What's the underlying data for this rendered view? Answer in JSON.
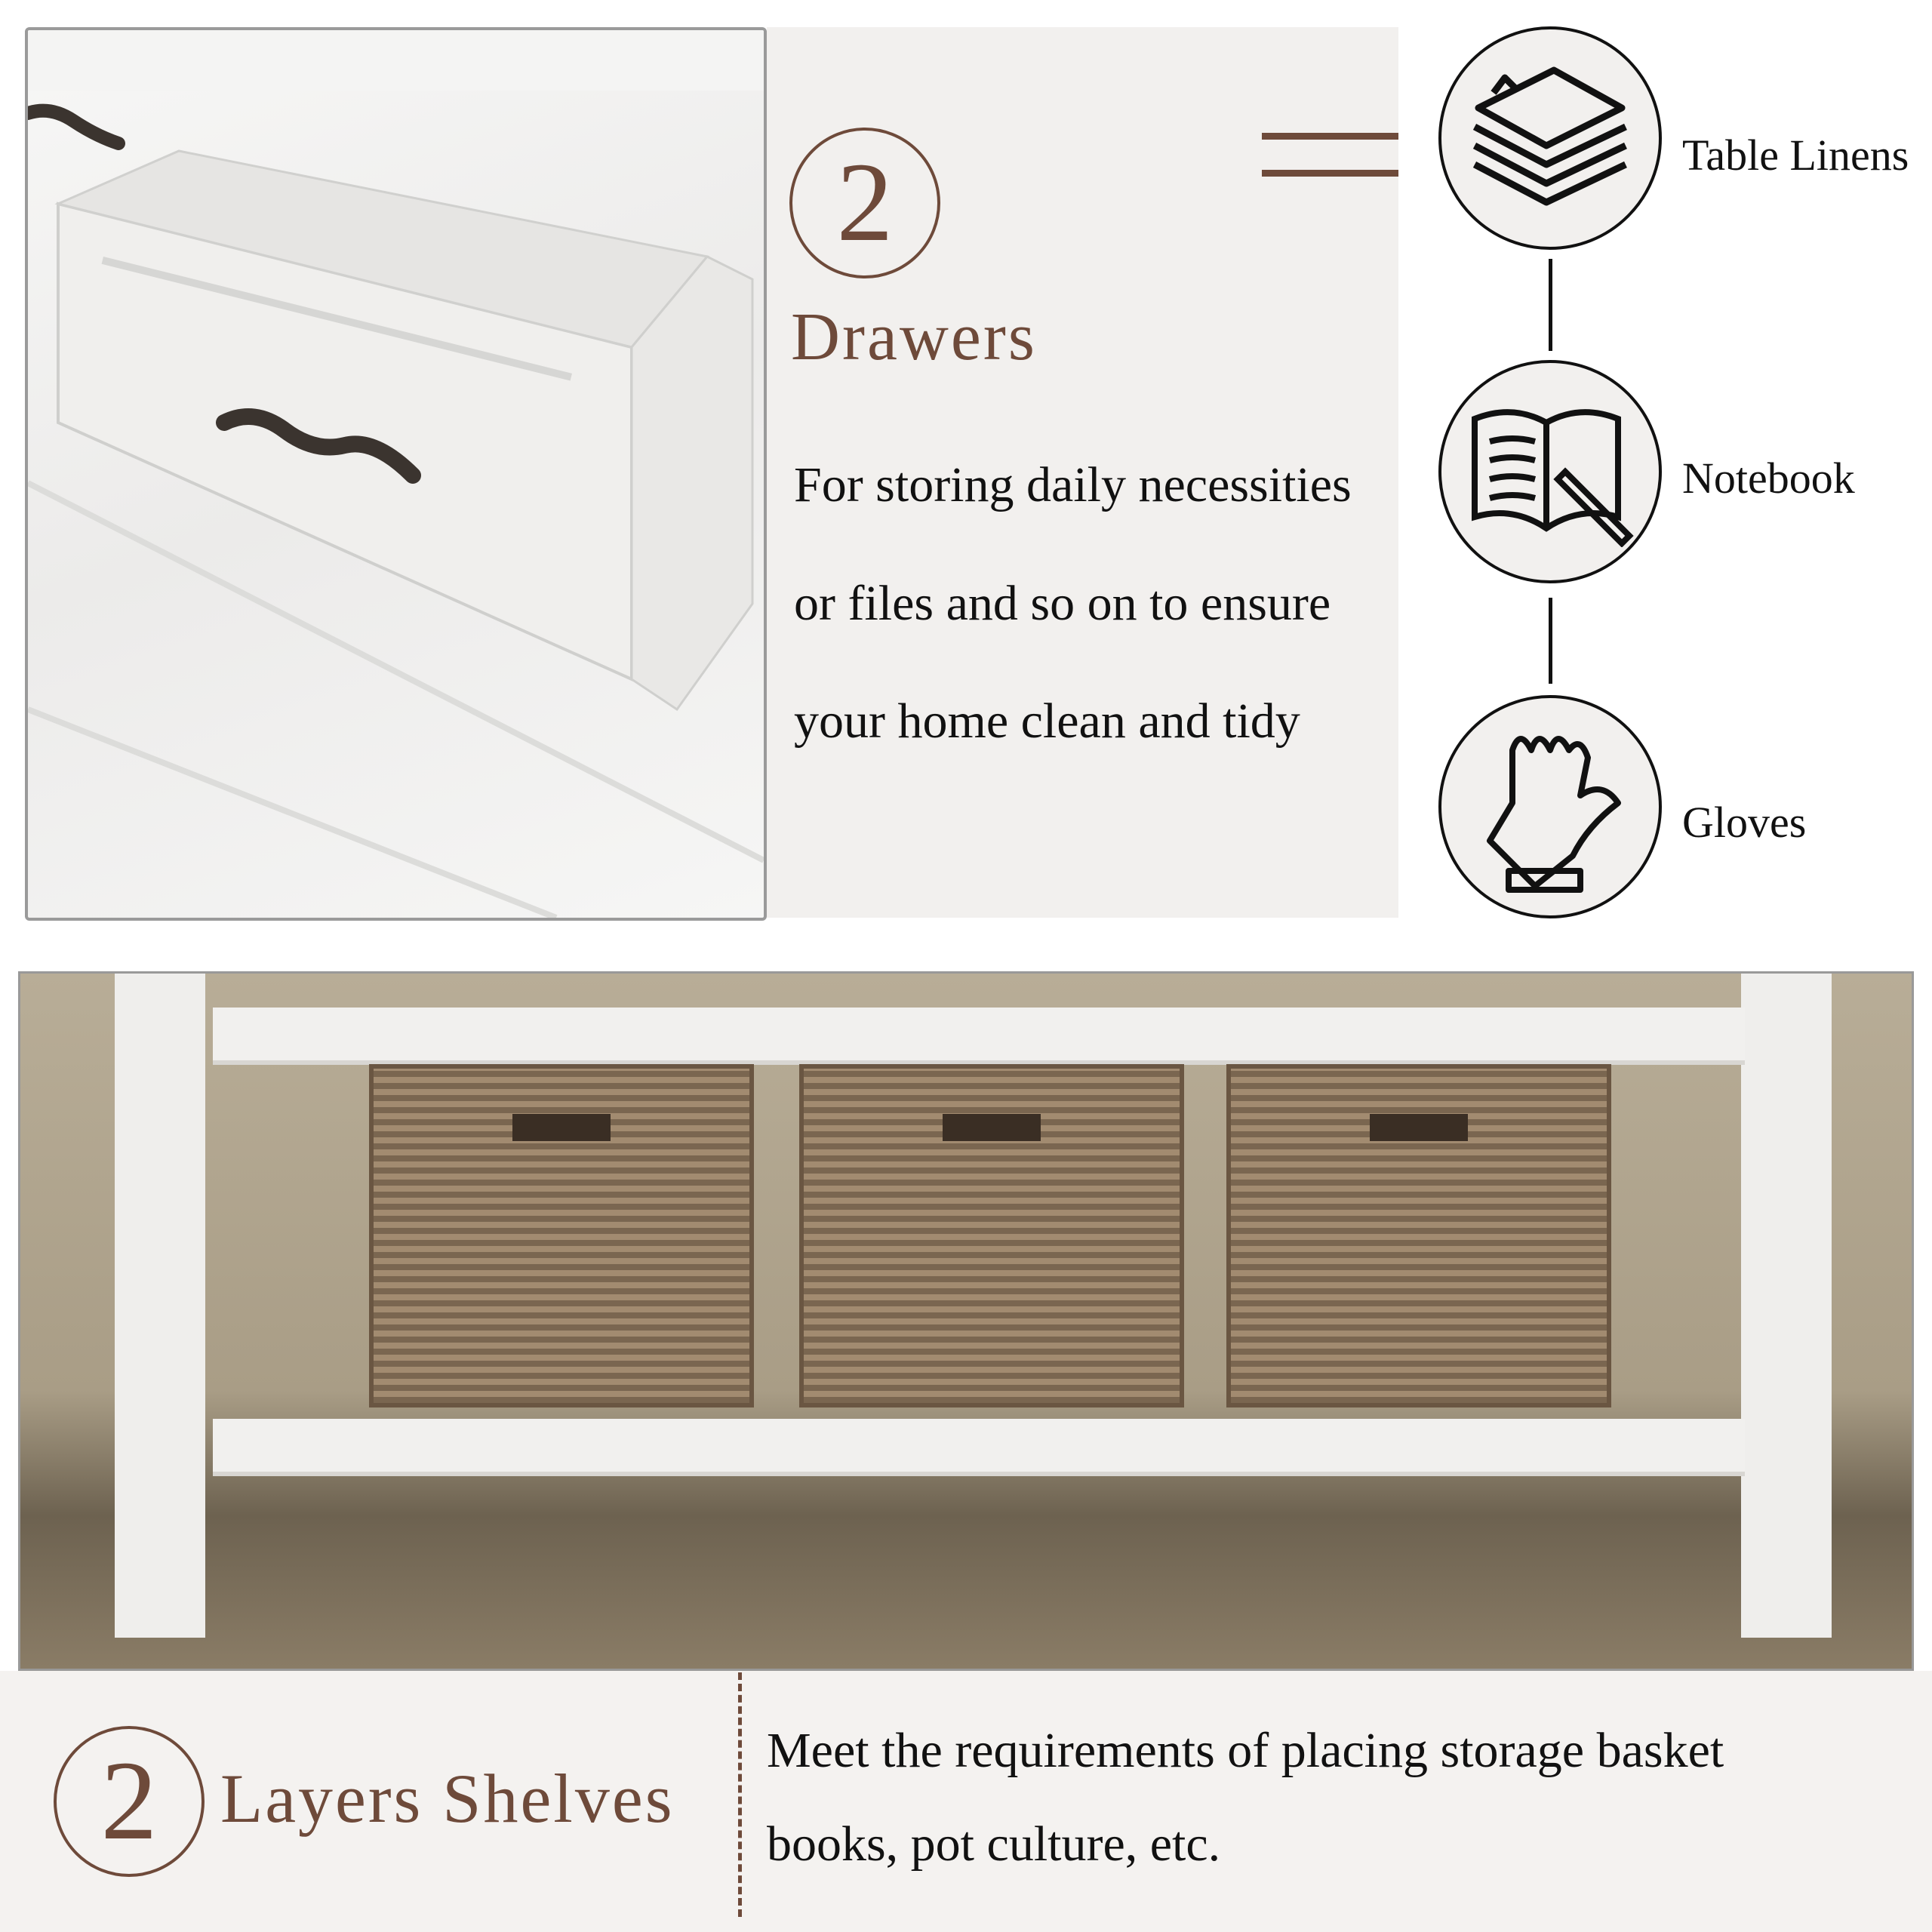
{
  "top": {
    "number": "2",
    "title": "Drawers",
    "body_lines": [
      "For storing daily necessities",
      "or files and so on to ensure",
      "your home clean and tidy"
    ],
    "items": [
      {
        "icon": "table-linens-icon",
        "label": "Table Linens"
      },
      {
        "icon": "notebook-icon",
        "label": "Notebook"
      },
      {
        "icon": "gloves-icon",
        "label": "Gloves"
      }
    ]
  },
  "bottom": {
    "number": "2",
    "title": "Layers Shelves",
    "body_lines": [
      "Meet the requirements of placing storage basket",
      "books, pot culture, etc."
    ]
  },
  "colors": {
    "accent": "#6e4a3a",
    "panel": "#f2f0ee"
  }
}
